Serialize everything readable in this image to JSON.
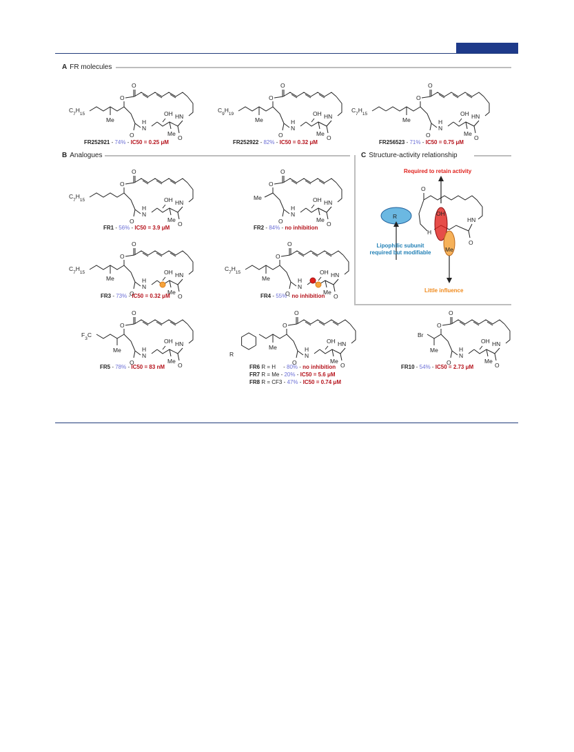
{
  "sections": {
    "a": {
      "letter": "A",
      "title": "FR molecules"
    },
    "b": {
      "letter": "B",
      "title": "Analogues"
    },
    "c": {
      "letter": "C",
      "title": "Structure-activity relationship"
    }
  },
  "molecules": {
    "fr252921": {
      "name": "FR252921",
      "yield": "74%",
      "ic50": "IC50 = 0.25 μM",
      "tail": "C7H15"
    },
    "fr252922": {
      "name": "FR252922",
      "yield": "82%",
      "ic50": "IC50 = 0.32 μM",
      "tail": "C9H19"
    },
    "fr256523": {
      "name": "FR256523",
      "yield": "71%",
      "ic50": "IC50 = 0.75 μM",
      "tail": "C7H15"
    },
    "fr1": {
      "name": "FR1",
      "yield": "56%",
      "ic50": "IC50 = 3.9 μM",
      "tail": "C7H15"
    },
    "fr2": {
      "name": "FR2",
      "yield": "84%",
      "ic50": "no inhibition",
      "tail": "Me"
    },
    "fr3": {
      "name": "FR3",
      "yield": "73%",
      "ic50": "IC50 = 0.32 μM",
      "tail": "C7H15"
    },
    "fr4": {
      "name": "FR4",
      "yield": "55%",
      "ic50": "no inhibition",
      "tail": "C7H15"
    },
    "fr5": {
      "name": "FR5",
      "yield": "78%",
      "ic50": "IC50 = 83 nM",
      "tail": "F3C"
    },
    "fr6": {
      "name": "FR6",
      "r": "R = H",
      "yield": "80%",
      "ic50": "no inhibition"
    },
    "fr7": {
      "name": "FR7",
      "r": "R = Me",
      "yield": "20%",
      "ic50": "IC50 = 5.6 μM"
    },
    "fr8": {
      "name": "FR8",
      "r": "R = CF3",
      "yield": "47%",
      "ic50": "IC50 = 0.74 μM"
    },
    "fr10": {
      "name": "FR10",
      "yield": "54%",
      "ic50": "IC50 = 2.73 μM",
      "tail": "Br"
    }
  },
  "atom_labels": {
    "o": "O",
    "oh": "OH",
    "hn": "HN",
    "nh": "H",
    "n": "N",
    "me": "Me",
    "r": "R"
  },
  "sar": {
    "required": "Required to retain activity",
    "lipophilic_1": "Lipophilic subunit",
    "lipophilic_2": "required but modifiable",
    "little": "Little influence"
  },
  "colors": {
    "accent_blue": "#1e3a8a",
    "yield": "#6b6fd6",
    "ic50": "#b5121b",
    "sar_red": "#e0201b",
    "sar_blue": "#1f7fb5",
    "sar_orange": "#f08a1c",
    "analog_tail": "#6b6fd6"
  }
}
